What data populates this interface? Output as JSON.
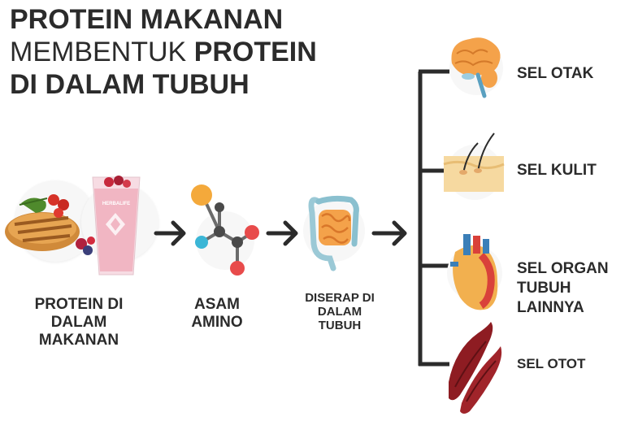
{
  "title": {
    "line1_bold": "PROTEIN MAKANAN",
    "line2_light": "MEMBENTUK",
    "line2_bold": "PROTEIN",
    "line3_bold": "DI DALAM TUBUH"
  },
  "flow": {
    "step1": {
      "line1": "PROTEIN DI",
      "line2": "DALAM",
      "line3": "MAKANAN"
    },
    "step2": {
      "line1": "ASAM",
      "line2": "AMINO"
    },
    "step3": {
      "line1": "DISERAP DI",
      "line2": "DALAM",
      "line3": "TUBUH"
    }
  },
  "targets": {
    "otak": "SEL OTAK",
    "kulit": "SEL KULIT",
    "organ": {
      "line1": "SEL ORGAN",
      "line2": "TUBUH",
      "line3": "LAINNYA"
    },
    "otot": "SEL OTOT"
  },
  "product_brand": "HERBALIFE",
  "icons": [
    "chicken-salad-icon",
    "shake-glass-icon",
    "molecule-icon",
    "intestine-icon",
    "brain-icon",
    "skin-hair-icon",
    "heart-icon",
    "muscle-icon",
    "arrow-icon"
  ],
  "colors": {
    "text": "#2b2b2b",
    "arrow": "#2b2b2b",
    "molecule_orange": "#f4a93b",
    "molecule_blue": "#3bb6d6",
    "molecule_red": "#e84b4b",
    "molecule_gray": "#4a4a4a",
    "shake_pink": "#f1b6c3"
  }
}
